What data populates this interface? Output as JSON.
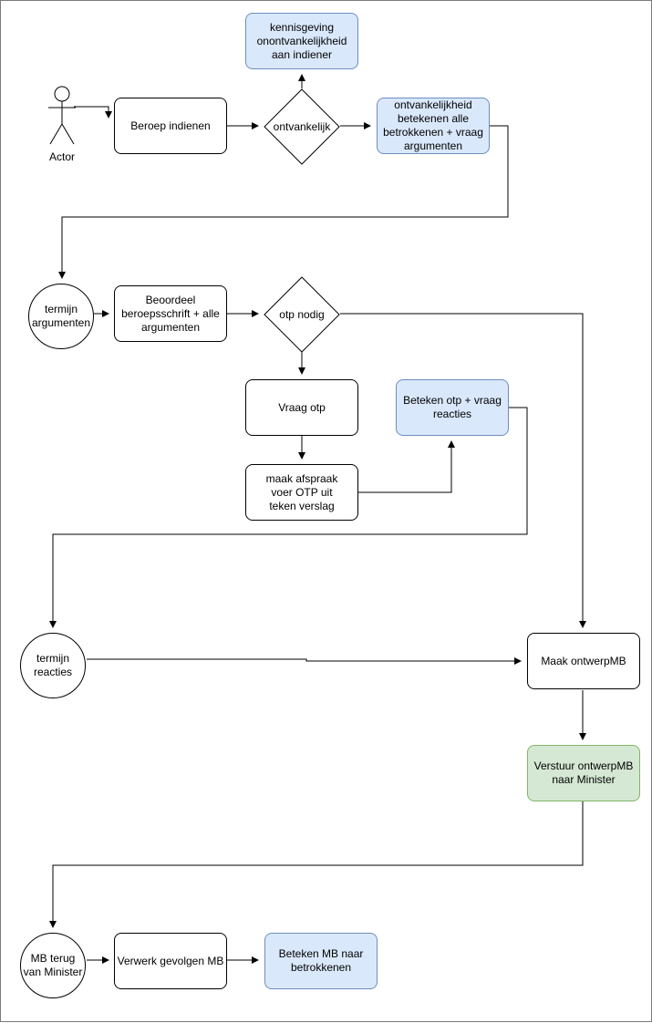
{
  "nodes": {
    "actor": "Actor",
    "beroep_indienen": "Beroep indienen",
    "ontvankelijk": "ontvankelijk",
    "kennisgeving": "kennisgeving onontvankelijkheid aan indiener",
    "ontvankelijkheid_betekenen": "ontvankelijkheid betekenen alle betrokkenen + vraag argumenten",
    "termijn_argumenten": "termijn argumenten",
    "beoordeel": "Beoordeel beroepsschrift + alle argumenten",
    "otp_nodig": "otp nodig",
    "vraag_otp": "Vraag otp",
    "maak_afspraak": "maak afspraak voer OTP uit teken verslag",
    "beteken_otp": "Beteken otp + vraag reacties",
    "termijn_reacties": "termijn reacties",
    "maak_ontwerp": "Maak ontwerpMB",
    "verstuur": "Verstuur ontwerpMB naar Minister",
    "mb_terug": "MB terug van Minister",
    "verwerk": "Verwerk gevolgen MB",
    "beteken_mb": "Beteken MB naar betrokkenen"
  }
}
